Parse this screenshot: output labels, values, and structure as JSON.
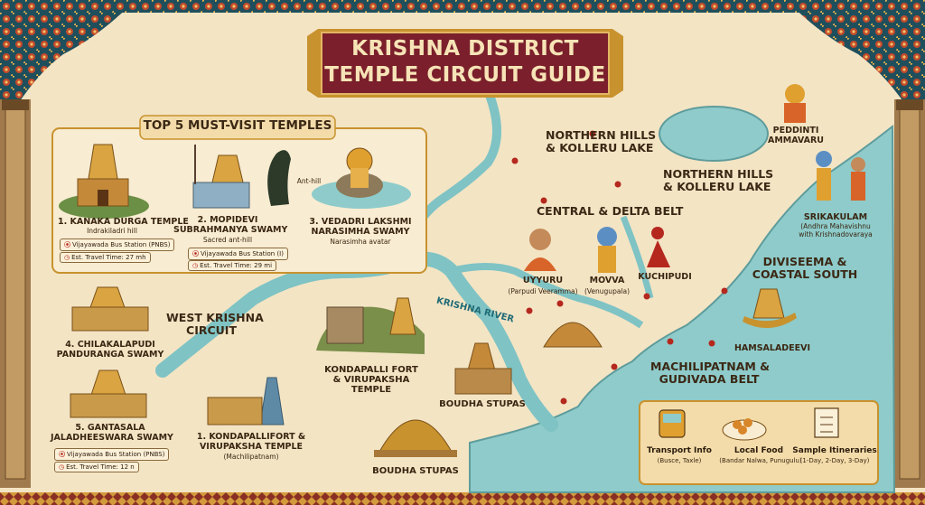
{
  "title": {
    "line1": "KRISHNA DISTRICT",
    "line2": "TEMPLE CIRCUIT GUIDE"
  },
  "top5": {
    "heading": "TOP 5 MUST-VISIT TEMPLES",
    "temples": [
      {
        "name": "1. KANAKA DURGA TEMPLE",
        "sub": "Indrakiladri hill",
        "bus": "Vijayawada Bus Station (PNBS)",
        "time": "Est. Travel Time: 27 mh"
      },
      {
        "name_line1": "2. MOPIDEVI",
        "name_line2": "SUBRAHMANYA SWAMY",
        "sub": "Sacred ant-hill",
        "callout": "Ant-hill",
        "bus": "Vijayawada Bus Station (I)",
        "time": "Est. Travel Time: 29 mi"
      },
      {
        "name_line1": "3. VEDADRI LAKSHMI",
        "name_line2": "NARASIMHA SWAMY",
        "sub": "Narasimha avatar"
      }
    ]
  },
  "west": {
    "region_line1": "WEST KRISHNA",
    "region_line2": "CIRCUIT",
    "chilakalapudi_line1": "4. CHILAKALAPUDI",
    "chilakalapudi_line2": "PANDURANGA SWAMY",
    "gantasala_line1": "5. GANTASALA",
    "gantasala_line2": "JALADHEESWARA SWAMY",
    "gantasala_bus": "Vijayawada Bus Station (PNBS)",
    "gantasala_time": "Est. Travel Time: 12 n"
  },
  "center": {
    "kondapalli_line1": "KONDAPALLI FORT",
    "kondapalli_line2": "& VIRUPAKSHA",
    "kondapalli_line3": "TEMPLE",
    "kondapalli2_line1": "1. KONDAPALLIFORT &",
    "kondapalli2_line2": "VIRUPAKSHA TEMPLE",
    "kondapalli2_sub": "(Machilipatnam)",
    "boudha1": "BOUDHA STUPAS",
    "boudha2": "BOUDHA STUPAS",
    "river": "KRISHNA RIVER"
  },
  "delta": {
    "region": "CENTRAL & DELTA BELT",
    "uyyuru": "UYYURU",
    "uyyuru_sub": "(Parpudi Veeramma)",
    "movva": "MOVVA",
    "movva_sub": "(Venugupala)",
    "kuchipudi": "KUCHIPUDI"
  },
  "north": {
    "region1_line1": "NORTHERN HILLS",
    "region1_line2": "& KOLLERU LAKE",
    "region2_line1": "NORTHERN HILLS",
    "region2_line2": "& KOLLERU LAKE",
    "peddinti_line1": "PEDDINTI",
    "peddinti_line2": "AMMAVARU",
    "srikakulam": "SRIKAKULAM",
    "srikakulam_sub1": "(Andhra Mahavishnu",
    "srikakulam_sub2": "with Krishnadovaraya"
  },
  "south": {
    "diviseema_line1": "DIVISEEMA &",
    "diviseema_line2": "COASTAL SOUTH",
    "hamsaladeevi": "HAMSALADEEVI",
    "machili_line1": "MACHILIPATNAM &",
    "machili_line2": "GUDIVADA BELT"
  },
  "legend": {
    "transport": "Transport Info",
    "transport_sub": "(Busce, Taxle)",
    "food": "Local Food",
    "food_sub": "(Bandar Nalwa, Punugulu)",
    "itin": "Sample Itineraries",
    "itin_sub": "(1-Day, 2-Day, 3-Day)"
  },
  "colors": {
    "parchment": "#f3e4c4",
    "river": "#7fc3c4",
    "banner": "#7a1f2b",
    "border": "#1f4f5c",
    "accent": "#c8922e",
    "marker": "#b5281e"
  }
}
